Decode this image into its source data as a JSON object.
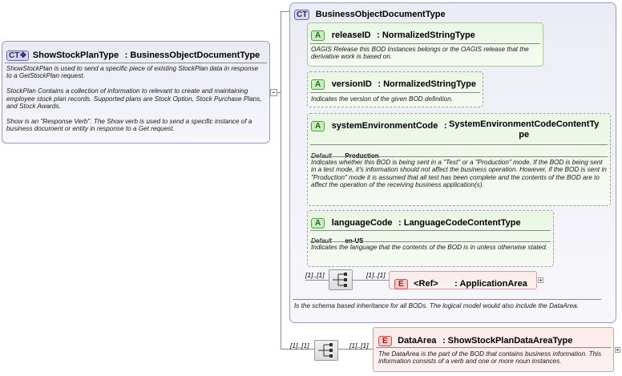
{
  "show_type": {
    "badge": "CT",
    "name": "ShowStockPlanType",
    "base": "BusinessObjectDocumentType",
    "doc": "ShowStockPlan is used to send a specific piece of existing StockPlan data in response to a GetStockPlan request.\n\nStockPlan  Contains a collection of information to relevant to create and maintaining employee stock plan records. Supported plans are Stock Option, Stock Purchase Plans, and Stock Awards.\n\nShow is an \"Response Verb\". The Show verb is used to send a specific instance of a business document or entity in response to a Get request."
  },
  "bod_type": {
    "badge": "CT",
    "name": "BusinessObjectDocumentType",
    "doc": "Is the schema based inheritance for all BODs. The logical model would also include the DataArea."
  },
  "attributes": [
    {
      "badge": "A",
      "name": "releaseID",
      "type": "NormalizedStringType",
      "doc": "OAGIS Release this BOD Instances belongs or the OAGIS release that the derivative work is based on."
    },
    {
      "badge": "A",
      "name": "versionID",
      "type": "NormalizedStringType",
      "doc": "Indicates the version of the given BOD definition."
    },
    {
      "badge": "A",
      "name": "systemEnvironmentCode",
      "type_line1": "SystemEnvironmentCodeContentTy",
      "type_line2": "pe",
      "default_label": "Default",
      "default_value": "Production",
      "doc": "Indicates whether this BOD is being sent in a \"Test\" or a \"Production\" mode. If the BOD is being sent in a test mode, it's information should not affect the business operation. However, if the BOD is sent in \"Production\" mode it is assumed that all test has been complete and the contents of the BOD are to affect the operation of the receiving business application(s)."
    },
    {
      "badge": "A",
      "name": "languageCode",
      "type": "LanguageCodeContentType",
      "default_label": "Default",
      "default_value": "en-US",
      "doc": "Indicates the language that the contents of the BOD is in unless otherwise stated."
    }
  ],
  "app_area": {
    "seq_card": "[1]..[1]",
    "elem_card": "[1]..[1]",
    "badge": "E",
    "ref": "<Ref>",
    "name": ": ApplicationArea"
  },
  "data_area": {
    "seq_card": "[1]..[1]",
    "elem_card": "[1]..[1]",
    "badge": "E",
    "name": "DataArea",
    "type": "ShowStockPlanDataAreaType",
    "doc": "The DataArea is the part of the BOD that contains business information. This information consists of a verb and one or more noun instances."
  }
}
